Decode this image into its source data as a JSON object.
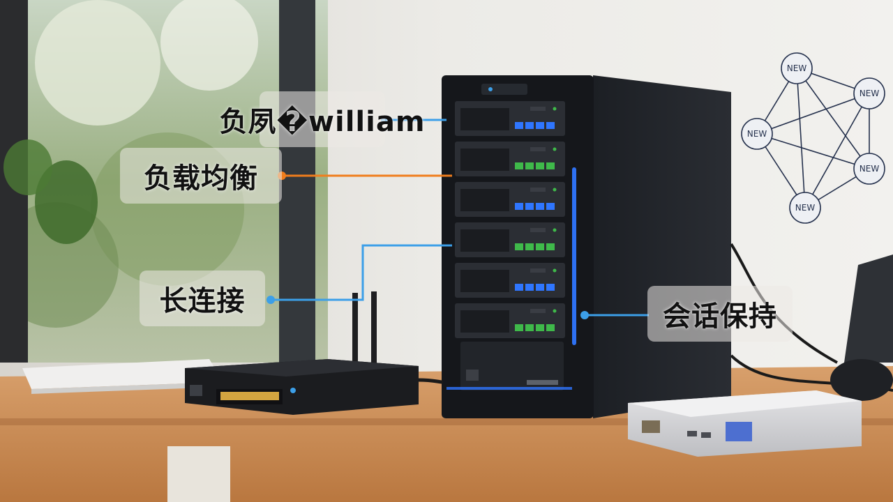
{
  "labels": {
    "top": "负夙�william",
    "load_balancing": "负载均衡",
    "long_connection": "长连接",
    "session_persistence": "会话保持"
  },
  "network_diagram": {
    "node_text": "NEW"
  },
  "colors": {
    "blue_connector": "#3c9fe8",
    "orange_connector": "#f07d1c",
    "server_led_blue": "#2f76ff",
    "server_led_green": "#3fb94a"
  }
}
